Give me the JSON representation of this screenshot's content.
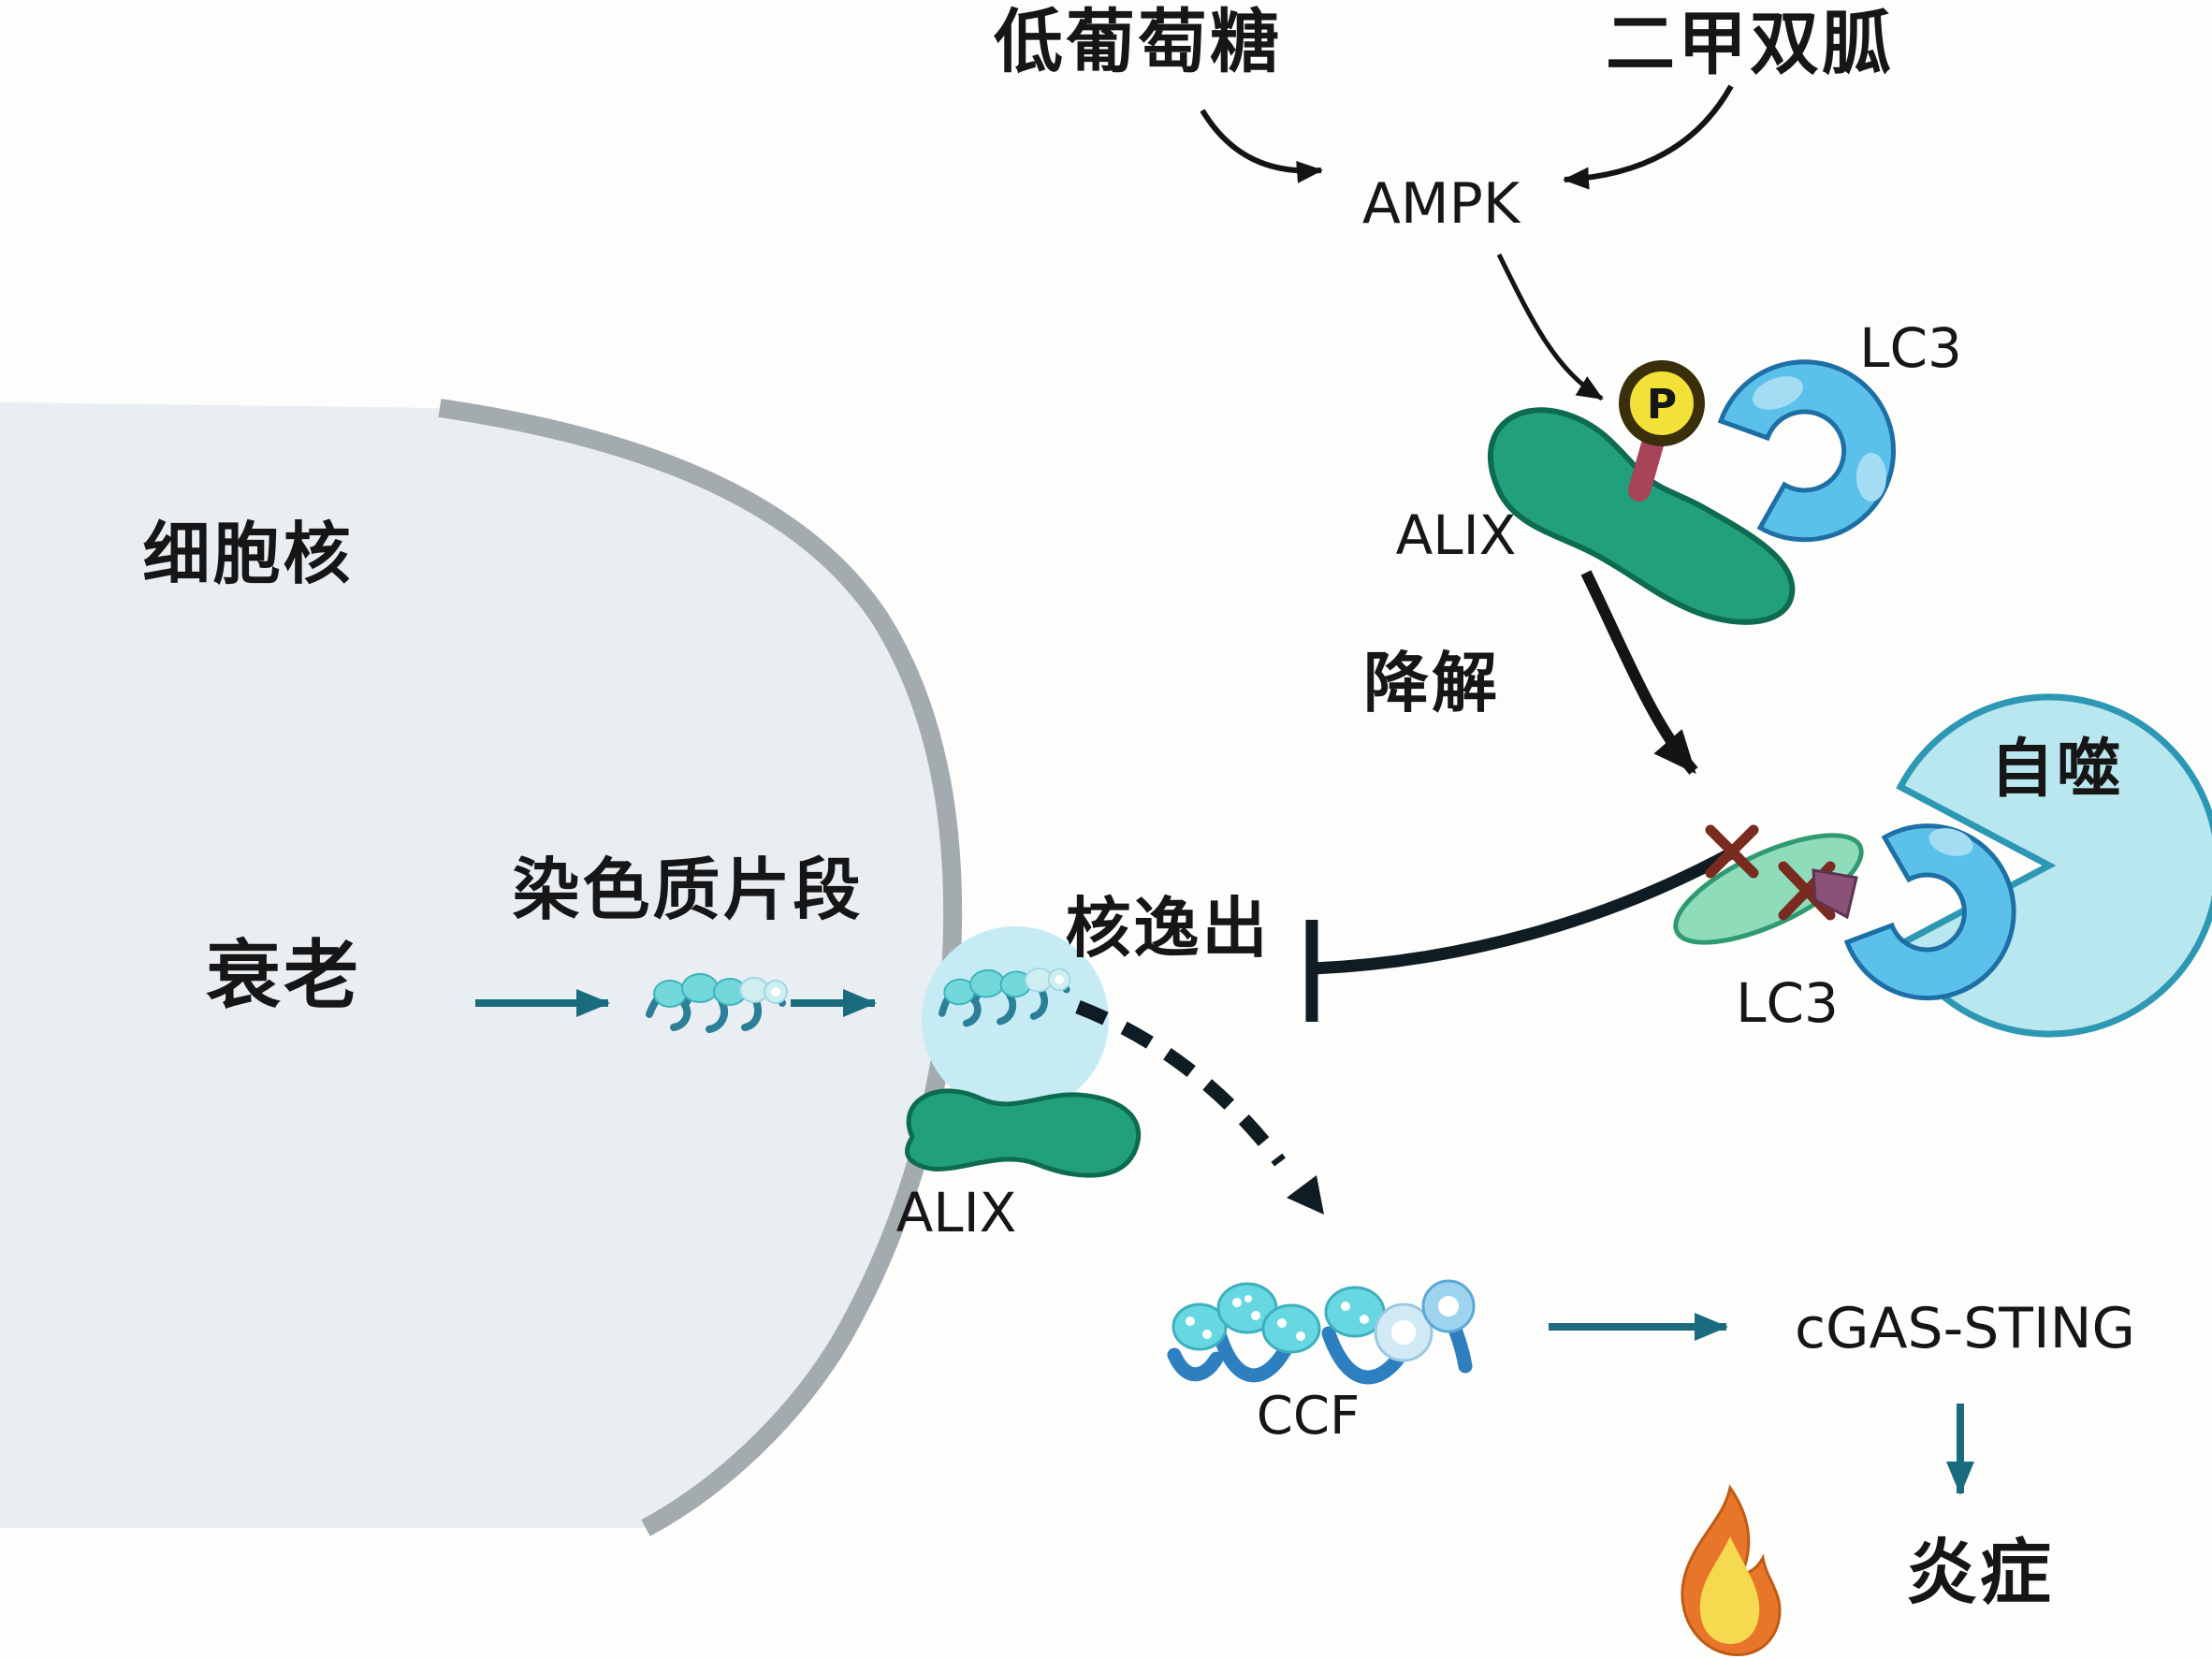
{
  "labels": {
    "low_glucose": "低葡萄糖",
    "metformin": "二甲双胍",
    "ampk": "AMPK",
    "lc3_top": "LC3",
    "alix_top": "ALIX",
    "phospho": "P",
    "degradation": "降解",
    "autophagy": "自噬",
    "lc3_bottom": "LC3",
    "nucleus": "细胞核",
    "senescence": "衰老",
    "chromatin_fragment": "染色质片段",
    "nuclear_escape": "核逸出",
    "alix_membrane": "ALIX",
    "ccf": "CCF",
    "cgas_sting": "cGAS-STING",
    "inflammation": "炎症"
  },
  "colors": {
    "background": "#fdfdfc",
    "text_black": "#161616",
    "nucleus_fill": "#e9eef3",
    "membrane_gray": "#a3abaf",
    "alix_green": "#21a07b",
    "alix_green_dark": "#0d6b4f",
    "alix_degraded": "#8fdcba",
    "lc3_blue": "#5cc1ea",
    "lc3_blue_dark": "#1d6fa6",
    "bleb_blue": "#c6ebf5",
    "pacman_fill": "#b9e7ef",
    "pacman_stroke": "#2d98b4",
    "phospho_yellow": "#f2e237",
    "phospho_ring": "#3a2f0a",
    "phospho_stick": "#a84458",
    "x_mark": "#7a2b1f",
    "fragment_purple": "#8a5276",
    "chromatin_cyan": "#72d8da",
    "chromatin_light": "#cfeef2",
    "chromatin_strand": "#2b7f96",
    "ccf_strand": "#2e7fc0",
    "ccf_blob": "#67d8e2",
    "ccf_ring": "#9fd4ef",
    "teal_arrow": "#1a6b7e",
    "black_arrow": "#141414",
    "inhibit_dark": "#101c24",
    "flame_orange": "#e8762a",
    "flame_yellow": "#f5d94e"
  }
}
